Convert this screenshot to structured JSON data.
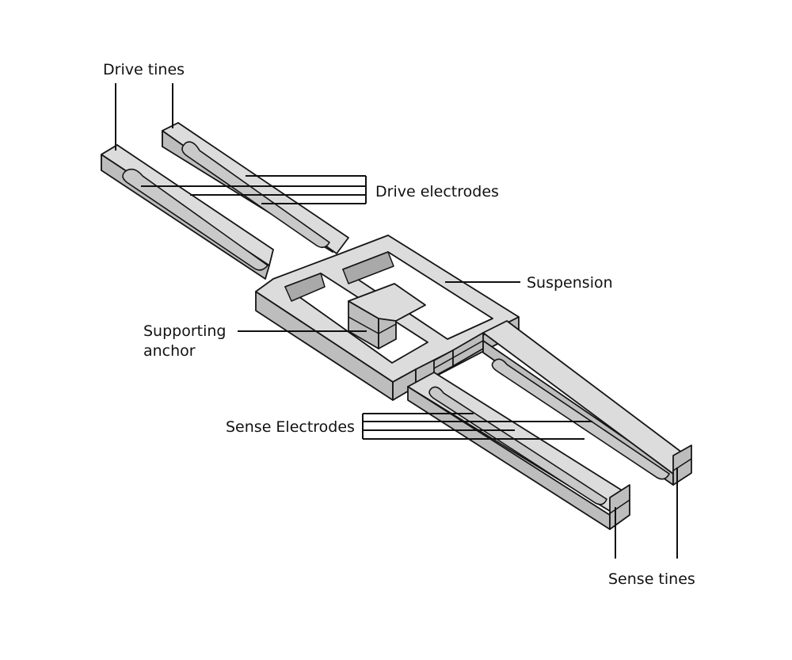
{
  "labels": {
    "drive_tines": "Drive tines",
    "drive_electrodes": "Drive electrodes",
    "suspension": "Suspension",
    "supporting_anchor_line1": "Supporting",
    "supporting_anchor_line2": "anchor",
    "sense_electrodes": "Sense Electrodes",
    "sense_tines": "Sense tines"
  },
  "colors": {
    "top_surface": "#dcdcdc",
    "side_face": "#bdbdbd",
    "outline": "#151515"
  }
}
